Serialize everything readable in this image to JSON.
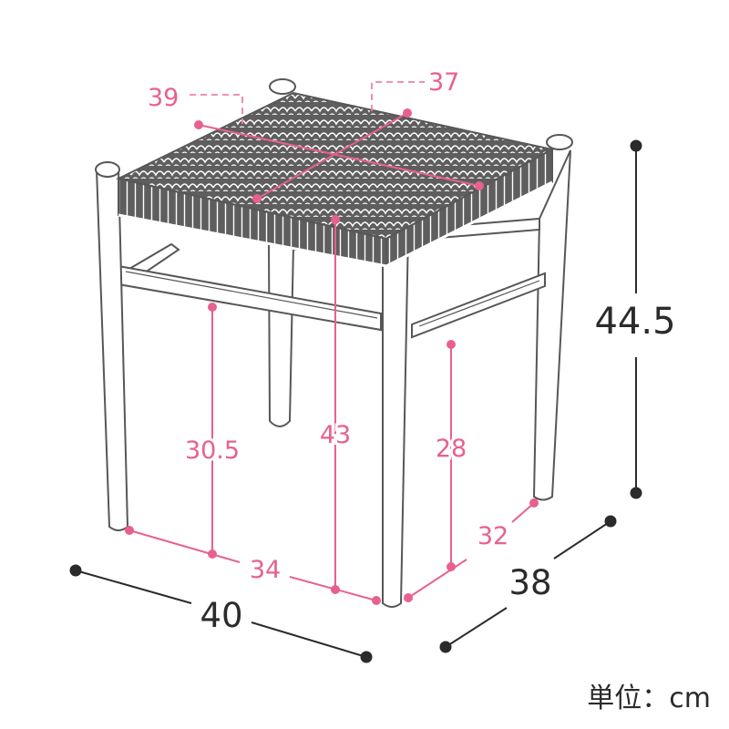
{
  "colors": {
    "pink": "#e8608f",
    "pink_dash": "#ee82a8",
    "outline": "#575757",
    "frame_fill": "#ffffff",
    "seat_fill": "#5e5e5e",
    "dark_dim": "#2b2b2b"
  },
  "dimensions": {
    "seat_width": "39",
    "seat_depth": "37",
    "seat_height": "43",
    "rail_front_height": "30.5",
    "rail_side_height": "28",
    "inner_width": "34",
    "inner_depth": "32",
    "total_height": "44.5",
    "total_width": "40",
    "total_depth": "38"
  },
  "unit_label": "単位：cm",
  "icons": {
    "stool": "woven-stool-illustration",
    "dot": "dimension-end-dot"
  }
}
